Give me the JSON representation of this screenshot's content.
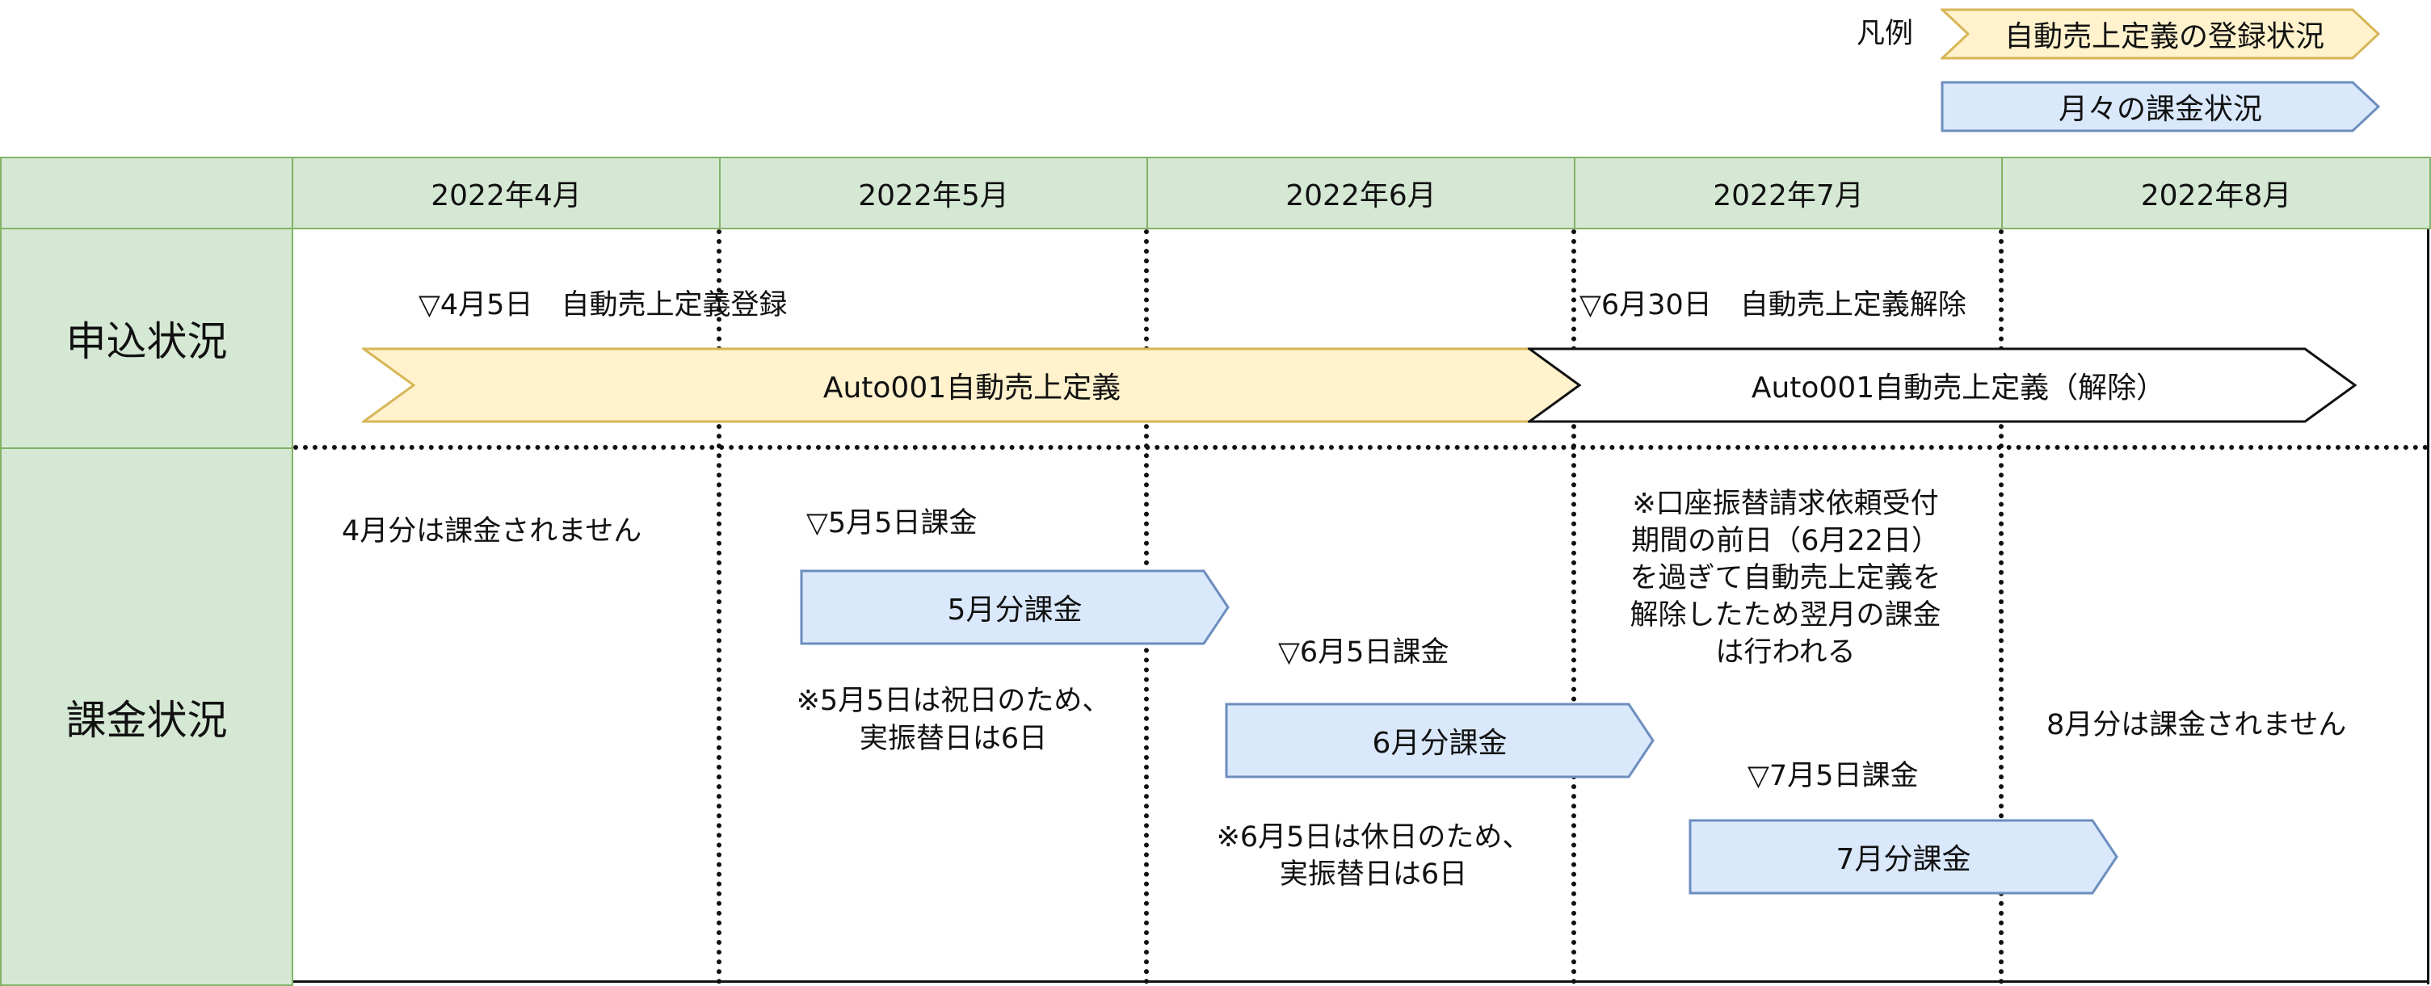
{
  "legend": {
    "label": "凡例",
    "registration": "自動売上定義の登録状況",
    "billing": "月々の課金状況"
  },
  "months": [
    "2022年4月",
    "2022年5月",
    "2022年6月",
    "2022年7月",
    "2022年8月"
  ],
  "rows": {
    "application": "申込状況",
    "billing": "課金状況"
  },
  "application": {
    "register_marker": "▽4月5日　自動売上定義登録",
    "cancel_marker": "▽6月30日　自動売上定義解除",
    "active_label": "Auto001自動売上定義",
    "cancelled_label": "Auto001自動売上定義（解除）"
  },
  "billing": {
    "april_note": "4月分は課金されません",
    "may_marker": "▽5月5日課金",
    "may_label": "5月分課金",
    "may_note_1": "※5月5日は祝日のため、",
    "may_note_2": "実振替日は6日",
    "june_marker": "▽6月5日課金",
    "june_label": "6月分課金",
    "june_note_1": "※6月5日は休日のため、",
    "june_note_2": "実振替日は6日",
    "july_note_1": "※口座振替請求依頼受付",
    "july_note_2": "期間の前日（6月22日）",
    "july_note_3": "を過ぎて自動売上定義を",
    "july_note_4": "解除したため翌月の課金",
    "july_note_5": "は行われる",
    "july_marker": "▽7月5日課金",
    "july_label": "7月分課金",
    "august_note": "8月分は課金されません"
  },
  "colors": {
    "header_fill": "#d5e8d4",
    "header_border": "#82b366",
    "registration_fill": "#fff2cc",
    "registration_border": "#d6b656",
    "billing_fill": "#dae8fc",
    "billing_border": "#6c8ebf"
  }
}
